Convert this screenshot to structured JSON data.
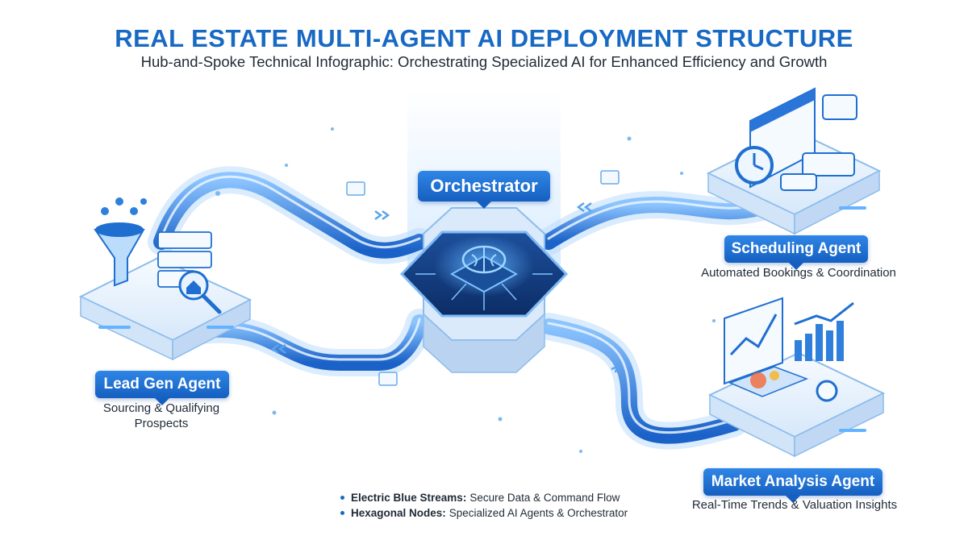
{
  "header": {
    "title": "REAL ESTATE MULTI-AGENT AI DEPLOYMENT STRUCTURE",
    "subtitle": "Hub-and-Spoke Technical Infographic: Orchestrating Specialized AI for Enhanced Efficiency and Growth"
  },
  "hub": {
    "label": "Orchestrator",
    "icon": "brain-chip-icon"
  },
  "agents": {
    "lead_gen": {
      "label": "Lead Gen Agent",
      "line1": "Sourcing & Qualifying",
      "line2": "Prospects",
      "icon": "funnel-icon"
    },
    "scheduling": {
      "label": "Scheduling Agent",
      "description": "Automated Bookings & Coordination",
      "icon": "calendar-clock-icon"
    },
    "market": {
      "label": "Market Analysis Agent",
      "description": "Real-Time Trends & Valuation Insights",
      "icon": "chart-map-icon"
    }
  },
  "legend": [
    {
      "term": "Electric Blue Streams:",
      "text": "Secure Data & Command Flow"
    },
    {
      "term": "Hexagonal Nodes:",
      "text": "Specialized AI Agents & Orchestrator"
    }
  ],
  "colors": {
    "accent": "#1769c4",
    "stream": "#3d8fe8",
    "node": "#e9f3fd"
  }
}
